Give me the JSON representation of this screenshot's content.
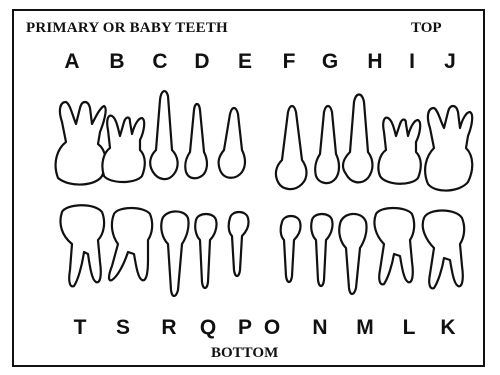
{
  "title": "PRIMARY OR BABY TEETH",
  "top_label": "TOP",
  "bottom_label": "BOTTOM",
  "upper_letters": [
    "A",
    "B",
    "C",
    "D",
    "E",
    "F",
    "G",
    "H",
    "I",
    "J"
  ],
  "lower_letters": [
    "T",
    "S",
    "R",
    "Q",
    "P",
    "O",
    "N",
    "M",
    "L",
    "K"
  ],
  "upper_teeth": [
    {
      "letter": "A",
      "kind": "molar"
    },
    {
      "letter": "B",
      "kind": "molar-small"
    },
    {
      "letter": "C",
      "kind": "canine"
    },
    {
      "letter": "D",
      "kind": "incisor"
    },
    {
      "letter": "E",
      "kind": "incisor"
    },
    {
      "letter": "F",
      "kind": "incisor"
    },
    {
      "letter": "G",
      "kind": "incisor"
    },
    {
      "letter": "H",
      "kind": "canine"
    },
    {
      "letter": "I",
      "kind": "molar-small"
    },
    {
      "letter": "J",
      "kind": "molar"
    }
  ],
  "lower_teeth": [
    {
      "letter": "T",
      "kind": "molar"
    },
    {
      "letter": "S",
      "kind": "molar"
    },
    {
      "letter": "R",
      "kind": "canine"
    },
    {
      "letter": "Q",
      "kind": "incisor"
    },
    {
      "letter": "P",
      "kind": "incisor"
    },
    {
      "letter": "O",
      "kind": "incisor"
    },
    {
      "letter": "N",
      "kind": "incisor"
    },
    {
      "letter": "M",
      "kind": "canine"
    },
    {
      "letter": "L",
      "kind": "molar"
    },
    {
      "letter": "K",
      "kind": "molar"
    }
  ]
}
